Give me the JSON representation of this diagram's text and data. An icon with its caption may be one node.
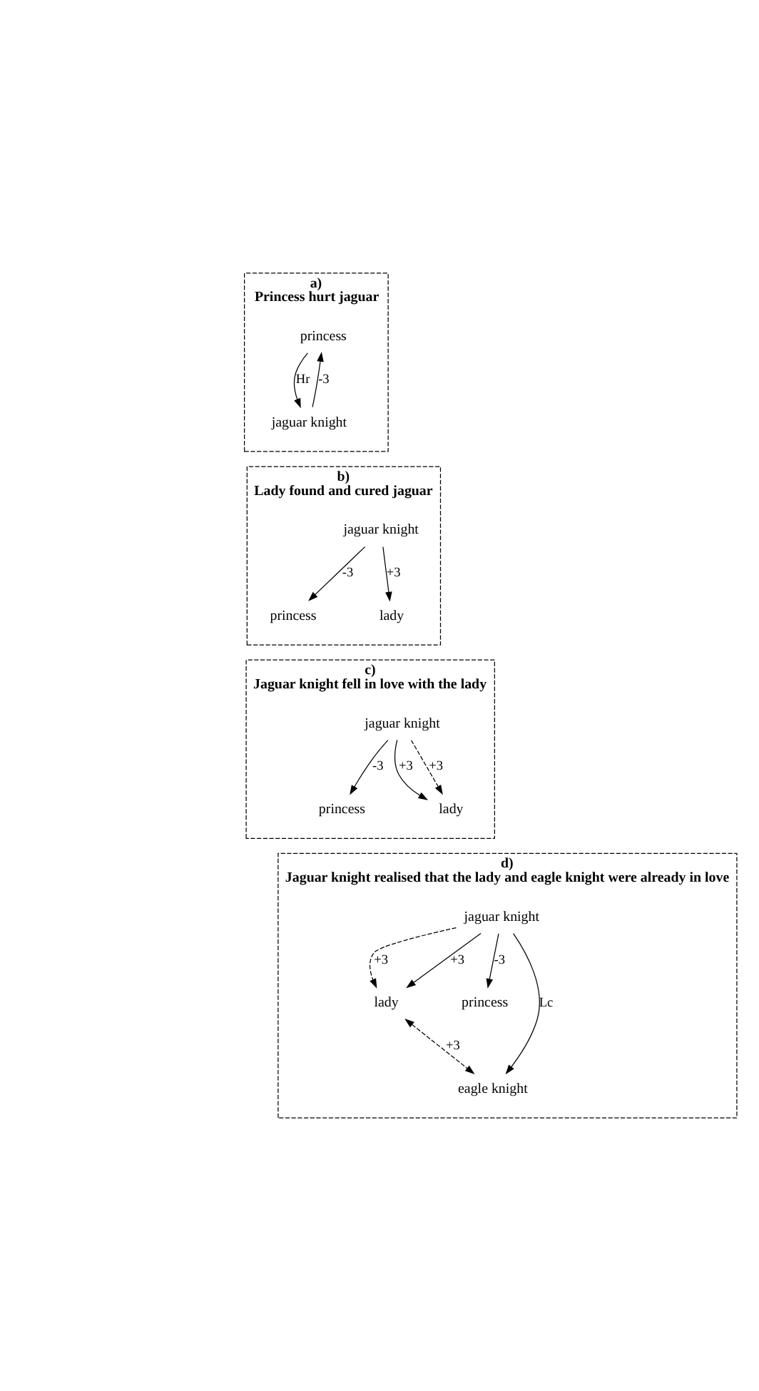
{
  "diagram": {
    "nodes": [
      {
        "text": [
          "a)",
          "Princess hurt jaguar"
        ]
      },
      {
        "text": [
          "princess"
        ],
        "in": 0
      },
      {
        "text": [
          "jaguar knight"
        ],
        "in": 0
      },
      {
        "text": [
          "b)",
          "Lady found and cured jaguar"
        ]
      },
      {
        "text": [
          "lady"
        ],
        "in": 3
      },
      {
        "text": [
          "princess"
        ],
        "in": 3
      },
      {
        "text": [
          "jaguar knight"
        ],
        "in": 3
      },
      {
        "text": [
          "c)",
          "Jaguar knight fell in love with the lady"
        ]
      },
      {
        "text": [
          "lady"
        ],
        "in": 7
      },
      {
        "text": [
          "princess"
        ],
        "in": 7
      },
      {
        "text": [
          "jaguar knight"
        ],
        "in": 7
      },
      {
        "text": [
          "d)",
          "Jaguar knight realised that the lady and eagle knight were already in love"
        ]
      },
      {
        "text": [
          "eagle knight"
        ],
        "in": 11
      },
      {
        "text": [
          "lady"
        ],
        "in": 11
      },
      {
        "text": [
          "princess"
        ],
        "in": 11
      },
      {
        "text": [
          "jaguar knight"
        ],
        "in": 11
      }
    ],
    "edges": [
      {
        "from": 1,
        "to": 2,
        "arrow": "to",
        "label": "Hr"
      },
      {
        "from": 2,
        "to": 1,
        "arrow": "to",
        "label": "-3"
      },
      {
        "from": 6,
        "to": 4,
        "arrow": "to",
        "label": "+3"
      },
      {
        "from": 6,
        "to": 5,
        "arrow": "to",
        "label": "-3"
      },
      {
        "from": 10,
        "to": 8,
        "arrow": "to",
        "label": "+3",
        "style": "dashed"
      },
      {
        "from": 10,
        "to": 8,
        "arrow": "to",
        "label": "+3"
      },
      {
        "from": 10,
        "to": 9,
        "arrow": "to",
        "label": "-3"
      },
      {
        "from": 13,
        "to": 12,
        "arrow": "both",
        "label": "+3",
        "style": "dashed"
      },
      {
        "from": 15,
        "to": 13,
        "arrow": "to",
        "label": "+3",
        "style": "dashed"
      },
      {
        "from": 15,
        "to": 13,
        "arrow": "to",
        "label": "+3"
      },
      {
        "from": 15,
        "to": 14,
        "arrow": "to",
        "label": "-3"
      },
      {
        "from": 15,
        "to": 12,
        "arrow": "to",
        "label": "Lc"
      }
    ]
  }
}
